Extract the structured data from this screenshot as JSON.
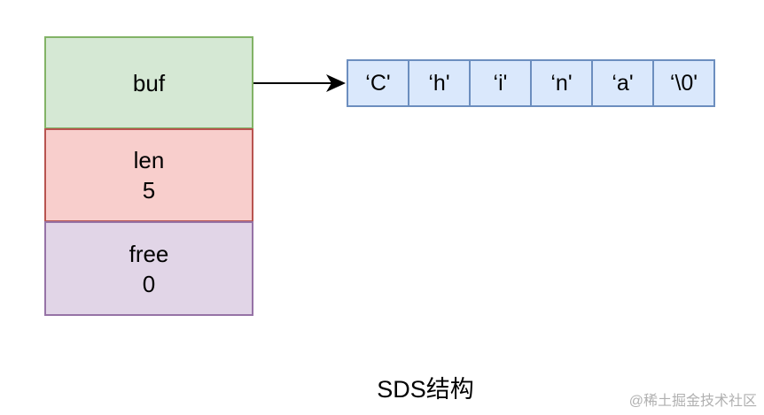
{
  "struct": {
    "buf": {
      "label": "buf"
    },
    "len": {
      "label": "len",
      "value": "5"
    },
    "free": {
      "label": "free",
      "value": "0"
    }
  },
  "char_array": [
    "‘C'",
    "‘h'",
    "‘i'",
    "‘n'",
    "‘a'",
    "‘\\0'"
  ],
  "caption": "SDS结构",
  "watermark": "@稀土掘金技术社区",
  "colors": {
    "buf_fill": "#d5e8d4",
    "buf_border": "#82b366",
    "len_fill": "#f8cecc",
    "len_border": "#b85450",
    "free_fill": "#e1d5e7",
    "free_border": "#9673a6",
    "array_fill": "#dae8fc",
    "array_border": "#6c8ebf"
  }
}
